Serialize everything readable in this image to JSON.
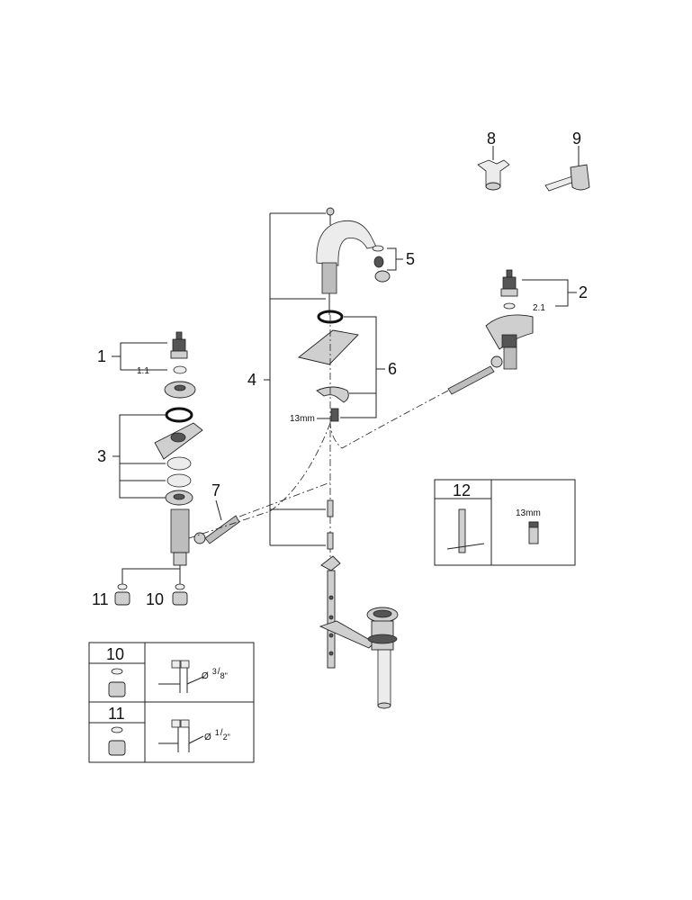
{
  "callouts": {
    "c1": "1",
    "c1_1": "1.1",
    "c2": "2",
    "c2_1": "2.1",
    "c3": "3",
    "c4": "4",
    "c5": "5",
    "c6": "6",
    "c7": "7",
    "c8": "8",
    "c9": "9",
    "c10": "10",
    "c11": "11",
    "torque_13mm": "13mm"
  },
  "tool_table": {
    "item": "12",
    "size": "13mm"
  },
  "fitting_table": {
    "rows": [
      {
        "item": "10",
        "diameter_symbol": "Ø",
        "num": "3",
        "den": "8\""
      },
      {
        "item": "11",
        "diameter_symbol": "Ø",
        "num": "1",
        "den": "2\""
      }
    ]
  }
}
